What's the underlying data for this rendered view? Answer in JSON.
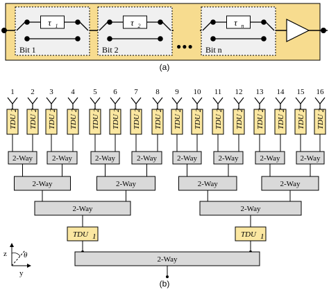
{
  "colors": {
    "chain_bg": "#f7dc8f",
    "tdu_fill": "#fbe7a1",
    "splitter_fill": "#d9d9d9",
    "bit_box_fill": "#f0f0f0",
    "stroke": "#000000"
  },
  "part_a": {
    "caption": "(a)",
    "bits": [
      {
        "label": "Bit 1",
        "tau": "τ",
        "sub": "1"
      },
      {
        "label": "Bit 2",
        "tau": "τ",
        "sub": "2"
      },
      {
        "label": "Bit n",
        "tau": "τ",
        "sub": "n"
      }
    ],
    "ellipsis": "●●●",
    "amplifier_icon": "triangle-amplifier-icon"
  },
  "part_b": {
    "caption": "(b)",
    "antenna_numbers": [
      "1",
      "2",
      "3",
      "4",
      "5",
      "6",
      "7",
      "8",
      "9",
      "10",
      "11",
      "12",
      "13",
      "14",
      "15",
      "16"
    ],
    "antenna_icon": "dipole-antenna-icon",
    "tdu_element": {
      "text": "TDU",
      "sub": "2"
    },
    "tdu_level": {
      "text": "TDU",
      "sub": "1"
    },
    "splitter_label": "2-Way",
    "axes": {
      "z": "z",
      "y": "y",
      "theta": "θ"
    }
  }
}
